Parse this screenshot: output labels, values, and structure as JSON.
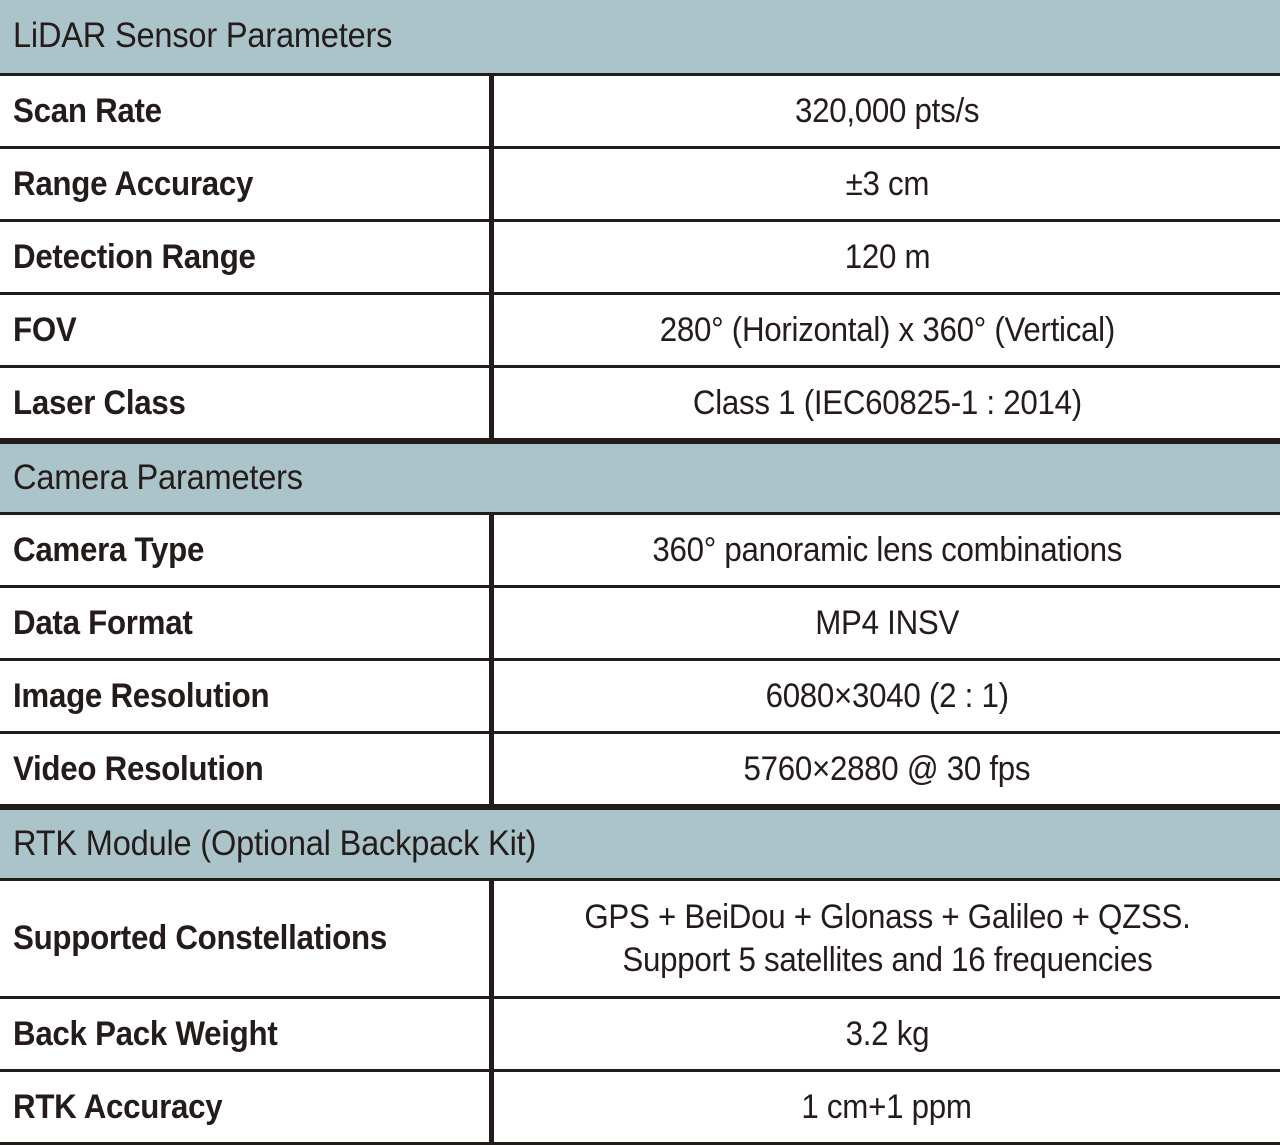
{
  "table": {
    "accent_color": "#abc4c9",
    "line_color": "#241b1b",
    "sections": [
      {
        "title": "LiDAR Sensor Parameters",
        "rows": [
          {
            "label": "Scan Rate",
            "value": "320,000 pts/s"
          },
          {
            "label": "Range Accuracy",
            "value": "±3 cm"
          },
          {
            "label": "Detection Range",
            "value": "120 m"
          },
          {
            "label": "FOV",
            "value": "280° (Horizontal) x 360° (Vertical)"
          },
          {
            "label": "Laser Class",
            "value": "Class 1 (IEC60825-1 : 2014)"
          }
        ]
      },
      {
        "title": "Camera Parameters",
        "rows": [
          {
            "label": "Camera Type",
            "value": "360° panoramic lens combinations"
          },
          {
            "label": "Data Format",
            "value": "MP4 INSV"
          },
          {
            "label": "Image Resolution",
            "value": "6080×3040 (2 : 1)"
          },
          {
            "label": "Video Resolution",
            "value": "5760×2880 @ 30 fps"
          }
        ]
      },
      {
        "title": "RTK Module (Optional Backpack Kit)",
        "rows": [
          {
            "label": "Supported Constellations",
            "value": "GPS + BeiDou + Glonass + Galileo + QZSS.\nSupport 5 satellites and 16 frequencies"
          },
          {
            "label": "Back Pack Weight",
            "value": "3.2 kg"
          },
          {
            "label": "RTK Accuracy",
            "value": "1 cm+1 ppm"
          }
        ]
      }
    ]
  }
}
